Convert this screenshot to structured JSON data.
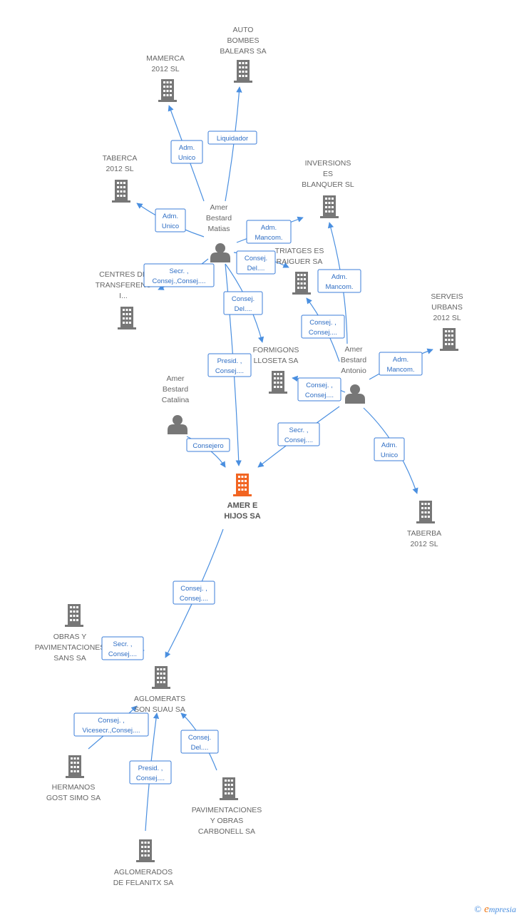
{
  "colors": {
    "company": "#777777",
    "focus_company": "#f26522",
    "person": "#777777",
    "edge": "#4a8fe0",
    "box_border": "#3b7dd8",
    "box_text": "#2f6ec4",
    "label": "#666666"
  },
  "nodes": [
    {
      "id": "auto_bombes",
      "type": "company",
      "icon": "building-icon",
      "lines": [
        "AUTO",
        "BOMBES",
        "BALEARS SA"
      ]
    },
    {
      "id": "mamerca",
      "type": "company",
      "icon": "building-icon",
      "lines": [
        "MAMERCA",
        "2012 SL"
      ]
    },
    {
      "id": "taberca",
      "type": "company",
      "icon": "building-icon",
      "lines": [
        "TABERCA",
        "2012 SL"
      ]
    },
    {
      "id": "inversions",
      "type": "company",
      "icon": "building-icon",
      "lines": [
        "INVERSIONS",
        "ES",
        "BLANQUER SL"
      ]
    },
    {
      "id": "amer_matias",
      "type": "person",
      "icon": "person-icon",
      "lines": [
        "Amer",
        "Bestard",
        "Matias"
      ]
    },
    {
      "id": "triatges",
      "type": "company",
      "icon": "building-icon",
      "lines": [
        "TRIATGES ES",
        "RAIGUER SA"
      ]
    },
    {
      "id": "centres",
      "type": "company",
      "icon": "building-icon",
      "lines": [
        "CENTRES DE",
        "TRANSFERENC",
        "I..."
      ]
    },
    {
      "id": "serveis",
      "type": "company",
      "icon": "building-icon",
      "lines": [
        "SERVEIS",
        "URBANS",
        "2012 SL"
      ]
    },
    {
      "id": "formigons",
      "type": "company",
      "icon": "building-icon",
      "lines": [
        "FORMIGONS",
        "LLOSETA SA"
      ]
    },
    {
      "id": "amer_antonio",
      "type": "person",
      "icon": "person-icon",
      "lines": [
        "Amer",
        "Bestard",
        "Antonio"
      ]
    },
    {
      "id": "amer_catalina",
      "type": "person",
      "icon": "person-icon",
      "lines": [
        "Amer",
        "Bestard",
        "Catalina"
      ]
    },
    {
      "id": "amer_hijos",
      "type": "focus",
      "icon": "building-icon",
      "lines": [
        "AMER E",
        "HIJOS SA"
      ]
    },
    {
      "id": "taberba",
      "type": "company",
      "icon": "building-icon",
      "lines": [
        "TABERBA",
        "2012 SL"
      ]
    },
    {
      "id": "obras",
      "type": "company",
      "icon": "building-icon",
      "lines": [
        "OBRAS Y",
        "PAVIMENTACIONES",
        "SANS SA"
      ]
    },
    {
      "id": "aglomerats",
      "type": "company",
      "icon": "building-icon",
      "lines": [
        "AGLOMERATS",
        "SON SUAU SA"
      ]
    },
    {
      "id": "hermanos",
      "type": "company",
      "icon": "building-icon",
      "lines": [
        "HERMANOS",
        "GOST SIMO SA"
      ]
    },
    {
      "id": "pavimentaciones",
      "type": "company",
      "icon": "building-icon",
      "lines": [
        "PAVIMENTACIONES",
        "Y OBRAS",
        "CARBONELL SA"
      ]
    },
    {
      "id": "aglomerados",
      "type": "company",
      "icon": "building-icon",
      "lines": [
        "AGLOMERADOS",
        "DE FELANITX SA"
      ]
    }
  ],
  "edges": [
    {
      "id": "e1",
      "lines": [
        "Adm.",
        "Unico"
      ]
    },
    {
      "id": "e2",
      "lines": [
        "Liquidador"
      ]
    },
    {
      "id": "e3",
      "lines": [
        "Adm.",
        "Unico"
      ]
    },
    {
      "id": "e4",
      "lines": [
        "Adm.",
        "Mancom."
      ]
    },
    {
      "id": "e5",
      "lines": [
        "Consej.",
        "Del...."
      ]
    },
    {
      "id": "e6",
      "lines": [
        "Secr. ,",
        "Consej.,Consej...."
      ]
    },
    {
      "id": "e7",
      "lines": [
        "Consej.",
        "Del...."
      ]
    },
    {
      "id": "e8",
      "lines": [
        "Presid. ,",
        "Consej...."
      ]
    },
    {
      "id": "e9",
      "lines": [
        "Adm.",
        "Mancom."
      ]
    },
    {
      "id": "e10",
      "lines": [
        "Consej. ,",
        "Consej...."
      ]
    },
    {
      "id": "e11",
      "lines": [
        "Adm.",
        "Mancom."
      ]
    },
    {
      "id": "e12",
      "lines": [
        "Consej. ,",
        "Consej...."
      ]
    },
    {
      "id": "e13",
      "lines": [
        "Consejero"
      ]
    },
    {
      "id": "e14",
      "lines": [
        "Secr. ,",
        "Consej...."
      ]
    },
    {
      "id": "e15",
      "lines": [
        "Adm.",
        "Unico"
      ]
    },
    {
      "id": "e16",
      "lines": [
        "Consej. ,",
        "Consej...."
      ]
    },
    {
      "id": "e17",
      "lines": [
        "Secr. ,",
        "Consej...."
      ]
    },
    {
      "id": "e18",
      "lines": [
        "Consej. ,",
        "Vicesecr.,Consej...."
      ]
    },
    {
      "id": "e19",
      "lines": [
        "Consej.",
        "Del...."
      ]
    },
    {
      "id": "e20",
      "lines": [
        "Presid. ,",
        "Consej...."
      ]
    }
  ],
  "footer": {
    "copyright": "©",
    "brand_first": "e",
    "brand_rest": "mpresia"
  }
}
